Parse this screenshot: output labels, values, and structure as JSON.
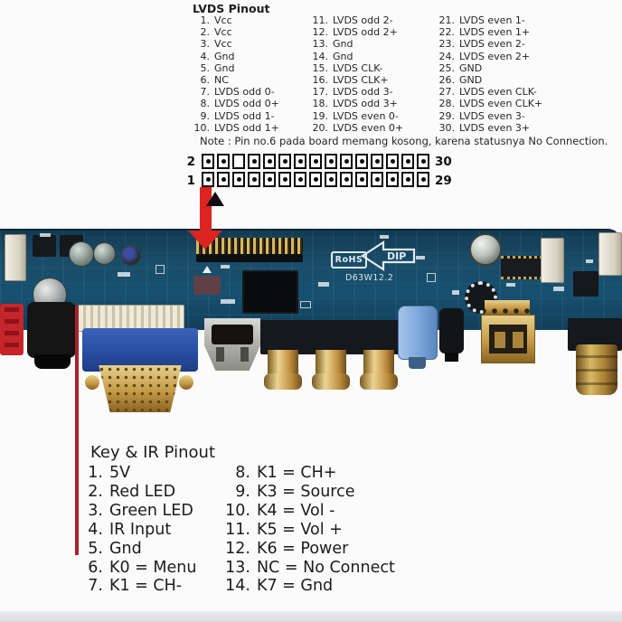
{
  "annotation_colors": {
    "pointer_red": "#dc2420",
    "line_red": "#a8232a"
  },
  "lvds_pinout": {
    "title": "LVDS Pinout",
    "columns": [
      [
        {
          "n": "1.",
          "t": "Vcc"
        },
        {
          "n": "2.",
          "t": "Vcc"
        },
        {
          "n": "3.",
          "t": "Vcc"
        },
        {
          "n": "4.",
          "t": "Gnd"
        },
        {
          "n": "5.",
          "t": "Gnd"
        },
        {
          "n": "6.",
          "t": "NC"
        },
        {
          "n": "7.",
          "t": "LVDS odd 0-"
        },
        {
          "n": "8.",
          "t": "LVDS odd 0+"
        },
        {
          "n": "9.",
          "t": "LVDS odd 1-"
        },
        {
          "n": "10.",
          "t": "LVDS odd 1+"
        }
      ],
      [
        {
          "n": "11.",
          "t": "LVDS odd 2-"
        },
        {
          "n": "12.",
          "t": "LVDS odd 2+"
        },
        {
          "n": "13.",
          "t": "Gnd"
        },
        {
          "n": "14.",
          "t": "Gnd"
        },
        {
          "n": "15.",
          "t": "LVDS CLK-"
        },
        {
          "n": "16.",
          "t": "LVDS CLK+"
        },
        {
          "n": "17.",
          "t": "LVDS odd 3-"
        },
        {
          "n": "18.",
          "t": "LVDS odd 3+"
        },
        {
          "n": "19.",
          "t": "LVDS even 0-"
        },
        {
          "n": "20.",
          "t": "LVDS even 0+"
        }
      ],
      [
        {
          "n": "21.",
          "t": "LVDS even 1-"
        },
        {
          "n": "22.",
          "t": "LVDS even 1+"
        },
        {
          "n": "23.",
          "t": "LVDS even 2-"
        },
        {
          "n": "24.",
          "t": "LVDS even 2+"
        },
        {
          "n": "25.",
          "t": "GND"
        },
        {
          "n": "26.",
          "t": "GND"
        },
        {
          "n": "27.",
          "t": "LVDS even CLK-"
        },
        {
          "n": "28.",
          "t": "LVDS even CLK+"
        },
        {
          "n": "29.",
          "t": "LVDS even 3-"
        },
        {
          "n": "30.",
          "t": "LVDS even 3+"
        }
      ]
    ],
    "note": "Note : Pin no.6 pada board memang kosong, karena statusnya No Connection."
  },
  "connector_diagram": {
    "rows": 2,
    "columns": 15,
    "empty_pin": "6",
    "empty_cell": {
      "row": 0,
      "col": 2
    },
    "labels": {
      "top_left": "2",
      "bottom_left": "1",
      "top_right": "30",
      "bottom_right": "29"
    }
  },
  "board": {
    "silkscreen": {
      "rohs_label": "RoHS",
      "dip_label": "DIP",
      "model_number": "D63W12.2"
    },
    "colors": {
      "pcb": "#17465f",
      "vga_blue": "#2b50a5",
      "audio_jack_blue": "#7fa9dc",
      "connector_red": "#c4262b",
      "gold": "#c9a34e",
      "hdmi_silver": "#b9b9b3"
    }
  },
  "key_ir_pinout": {
    "title": "Key & IR Pinout",
    "columns": [
      [
        {
          "n": "1.",
          "t": "5V"
        },
        {
          "n": "2.",
          "t": "Red LED"
        },
        {
          "n": "3.",
          "t": "Green LED"
        },
        {
          "n": "4.",
          "t": "IR Input"
        },
        {
          "n": "5.",
          "t": "Gnd"
        },
        {
          "n": "6.",
          "t": "K0 = Menu"
        },
        {
          "n": "7.",
          "t": "K1 = CH-"
        }
      ],
      [
        {
          "n": "8.",
          "t": "K1 = CH+"
        },
        {
          "n": "9.",
          "t": "K3 = Source"
        },
        {
          "n": "10.",
          "t": "K4 = Vol -"
        },
        {
          "n": "11.",
          "t": "K5 = Vol +"
        },
        {
          "n": "12.",
          "t": "K6 = Power"
        },
        {
          "n": "13.",
          "t": "NC = No Connect"
        },
        {
          "n": "14.",
          "t": "K7 = Gnd"
        }
      ]
    ]
  }
}
